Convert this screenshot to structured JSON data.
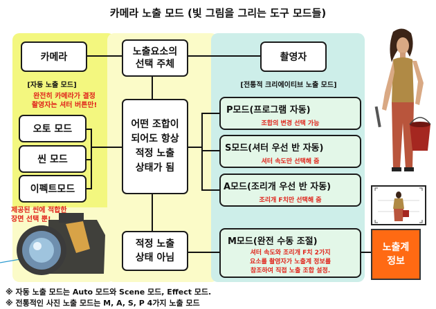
{
  "title": "카메라 노출 모드 (빛 그림을 그리는 도구 모드들)",
  "boxes": {
    "camera": "카메라",
    "choice_line1": "노출요소의",
    "choice_line2": "선택 주체",
    "photographer": "촬영자",
    "center_line1": "어떤 조합이",
    "center_line2": "되어도 항상",
    "center_line3": "적정 노출",
    "center_line4": "상태가 됨",
    "auto": "오토 모드",
    "scene": "씬 모드",
    "effect": "이펙트모드",
    "notproper_line1": "적정 노출",
    "notproper_line2": "상태 아님",
    "exposure_line1": "노출계",
    "exposure_line2": "정보"
  },
  "labels": {
    "auto_mode": "[자동 노출 모드]",
    "traditional_mode": "[전통적 크리에이티브 노출 모드]"
  },
  "red_notes": {
    "auto_line1": "완전히 카메라가 결정",
    "auto_line2": "촬영자는 셔터 버튼만!",
    "scene_line1": "제공된 씬에 적합한",
    "scene_line2": "장면 선택 뿐!"
  },
  "modes": {
    "p_title": "P모드(프로그램 자동)",
    "p_desc": "조합의 변경 선택 가능",
    "s_title": "S모드(셔터 우선 반 자동)",
    "s_desc": "셔터 속도만 선택해 줌",
    "a_title": "A모드(조리개 우선 반 자동)",
    "a_desc": "조리개 F치만 선택해 줌",
    "m_title": "M모드(완전 수동 조절)",
    "m_desc_line1": "셔터 속도와 조리개 F치 2가지",
    "m_desc_line2": "요소를 촬영자가 노출계 정보를",
    "m_desc_line3": "참조하여 직접 노출 조합 설정."
  },
  "footnotes": {
    "line1": "※ 자동 노출 모드는 Auto 모드와 Scene 모드, Effect 모드.",
    "line2": "※ 전통적인 사진 노출 모드는 M, A, S, P 4가지 노출 모드"
  },
  "colors": {
    "yellow_panel": "#f3f77f",
    "light_yellow_panel": "#fbfbc8",
    "cyan_panel": "#cdeee9",
    "green_box": "#e3f7e8",
    "orange": "#ff6a13",
    "red_text": "#e0241b"
  }
}
